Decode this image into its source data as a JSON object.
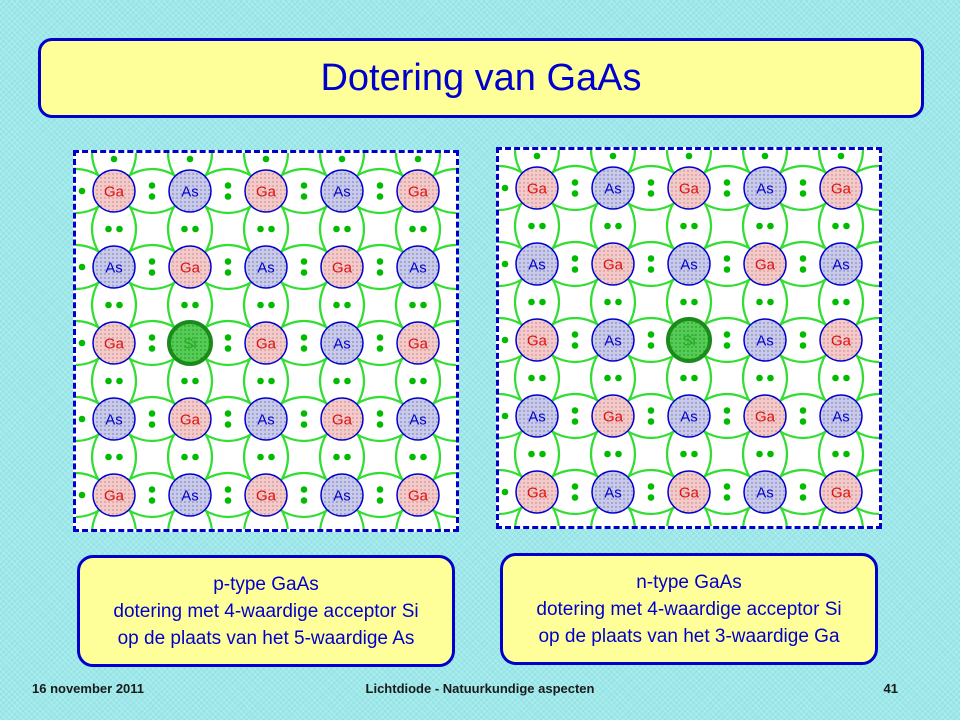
{
  "title": "Dotering van GaAs",
  "colors": {
    "ga_text": "#dd1111",
    "as_text": "#0000cc",
    "si_text": "#22aa22",
    "bond": "#33dd33",
    "electron": "#00bb00",
    "ga_fill": "#f3c9c9",
    "as_fill": "#c9c9ea",
    "si_fill": "#55cc55"
  },
  "lattices": [
    {
      "id": "p",
      "grid": [
        [
          "Ga",
          "As",
          "Ga",
          "As",
          "Ga"
        ],
        [
          "As",
          "Ga",
          "As",
          "Ga",
          "As"
        ],
        [
          "Ga",
          "Si",
          "Ga",
          "As",
          "Ga"
        ],
        [
          "As",
          "Ga",
          "As",
          "Ga",
          "As"
        ],
        [
          "Ga",
          "As",
          "Ga",
          "As",
          "Ga"
        ]
      ]
    },
    {
      "id": "n",
      "grid": [
        [
          "Ga",
          "As",
          "Ga",
          "As",
          "Ga"
        ],
        [
          "As",
          "Ga",
          "As",
          "Ga",
          "As"
        ],
        [
          "Ga",
          "As",
          "Si",
          "As",
          "Ga"
        ],
        [
          "As",
          "Ga",
          "As",
          "Ga",
          "As"
        ],
        [
          "Ga",
          "As",
          "Ga",
          "As",
          "Ga"
        ]
      ]
    }
  ],
  "captions": {
    "p": {
      "line1": "p-type GaAs",
      "line2": "dotering met 4-waardige acceptor Si",
      "line3": "op de plaats van het 5-waardige As"
    },
    "n": {
      "line1": "n-type GaAs",
      "line2": "dotering met 4-waardige acceptor Si",
      "line3": "op de plaats van het 3-waardige Ga"
    }
  },
  "footer": {
    "date": "16 november 2011",
    "center": "Lichtdiode - Natuurkundige aspecten",
    "page": "41"
  }
}
